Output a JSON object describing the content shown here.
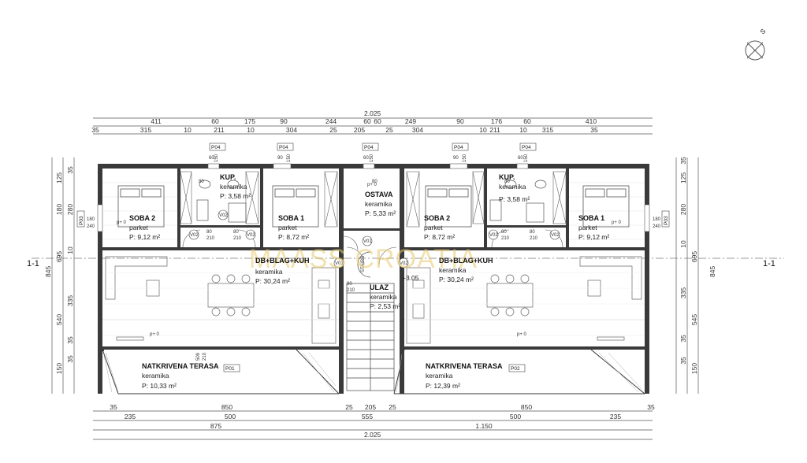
{
  "dimensions": {
    "top_total": "2.025",
    "top_row1": [
      "411",
      "60",
      "175",
      "90",
      "244",
      "60",
      "60",
      "249",
      "90",
      "176",
      "60",
      "410"
    ],
    "top_row2": [
      "35",
      "315",
      "10",
      "211",
      "10",
      "304",
      "25",
      "205",
      "25",
      "304",
      "10",
      "211",
      "10",
      "315",
      "35"
    ],
    "bottom_row1": [
      "35",
      "850",
      "25",
      "205",
      "25",
      "850",
      "35"
    ],
    "bottom_row2": [
      "235",
      "500",
      "555",
      "500",
      "235"
    ],
    "bottom_row3": [
      "875",
      "1.150"
    ],
    "bottom_total": "2.025",
    "left_col1": [
      "125",
      "180",
      "695",
      "540",
      "150"
    ],
    "left_col2": [
      "35",
      "280",
      "10",
      "335",
      "35",
      "35"
    ],
    "left_total": "845",
    "right_col1": [
      "35",
      "125",
      "280",
      "10",
      "335",
      "35",
      "35"
    ],
    "right_col2": [
      "695",
      "545",
      "150"
    ],
    "right_total": "845"
  },
  "section": {
    "left": "1-1",
    "right": "1-1"
  },
  "openings": {
    "tags": [
      "P04",
      "P04",
      "P04",
      "P04",
      "P04",
      "P03",
      "P03",
      "P01",
      "P02"
    ],
    "window_w": [
      "60",
      "90",
      "60",
      "90",
      "60",
      "60",
      "180"
    ],
    "window_h": [
      "150",
      "150",
      "150",
      "150",
      "150",
      "150",
      "240"
    ],
    "door_codes": [
      "V02",
      "V02",
      "V02",
      "V02",
      "V01",
      "V01",
      "V02",
      "V02"
    ],
    "door_w": [
      "80",
      "80",
      "80",
      "80",
      "90",
      "80",
      "80",
      "80"
    ],
    "door_h": [
      "210",
      "210",
      "210",
      "210",
      "210",
      "210",
      "210",
      "210"
    ],
    "fixed_w": [
      "180",
      "509"
    ],
    "fixed_h": [
      "240",
      "210"
    ],
    "floor_mark": "p+ 0",
    "stair_level": "+3.05",
    "stair_label": "STAIRS"
  },
  "rooms": {
    "l_soba2": {
      "name": "SOBA 2",
      "floor": "parket",
      "area": "P: 9,12 m²"
    },
    "l_kup": {
      "name": "KUP.",
      "floor": "keramika",
      "area": "P: 3,58 m²"
    },
    "l_soba1": {
      "name": "SOBA 1",
      "floor": "parket",
      "area": "P: 8,72 m²"
    },
    "ostava": {
      "name": "OSTAVA",
      "floor": "keramika",
      "area": "P: 5,33 m²"
    },
    "r_soba2": {
      "name": "SOBA 2",
      "floor": "parket",
      "area": "P: 8,72 m²"
    },
    "r_kup": {
      "name": "KUP.",
      "floor": "keramika",
      "area": "P: 3,58 m²"
    },
    "r_soba1": {
      "name": "SOBA 1",
      "floor": "parket",
      "area": "P: 9,12 m²"
    },
    "l_dnevni": {
      "name": "DB+BLAG+KUH",
      "floor": "keramika",
      "area": "P: 30,24 m²"
    },
    "r_dnevni": {
      "name": "DB+BLAG+KUH",
      "floor": "keramika",
      "area": "P: 30,24 m²"
    },
    "ulaz": {
      "name": "ULAZ",
      "floor": "keramika",
      "area": "P: 2,53 m²"
    },
    "l_terasa": {
      "name": "NATKRIVENA TERASA",
      "floor": "keramika",
      "area": "P: 10,33 m²"
    },
    "r_terasa": {
      "name": "NATKRIVENA TERASA",
      "floor": "keramika",
      "area": "P: 12,39 m²"
    }
  },
  "watermark": "MAASS CROATIA",
  "colors": {
    "wall": "#3a3a3a",
    "line": "#555555",
    "watermark": "#e8c96c"
  }
}
